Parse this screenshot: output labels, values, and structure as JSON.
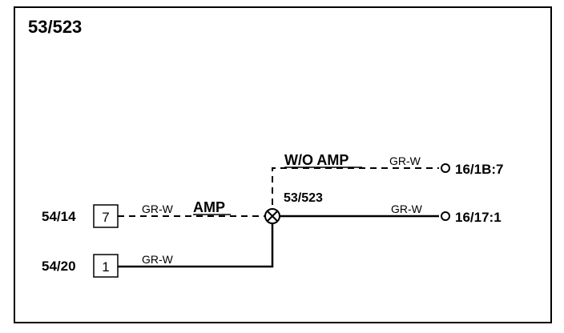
{
  "diagram": {
    "title": "53/523",
    "splice_label": "53/523",
    "variants": {
      "without_amp": "W/O AMP",
      "with_amp": "AMP"
    },
    "connectors": [
      {
        "id": "54/14",
        "pin": "7"
      },
      {
        "id": "54/20",
        "pin": "1"
      }
    ],
    "destinations": [
      {
        "id": "16/1B:7"
      },
      {
        "id": "16/17:1"
      }
    ],
    "wires": [
      {
        "from": "54/14 pin 7",
        "to": "53/523",
        "color": "GR-W",
        "style": "dashed",
        "variant": "AMP"
      },
      {
        "from": "54/20 pin 1",
        "to": "53/523",
        "color": "GR-W",
        "style": "solid"
      },
      {
        "from": "53/523",
        "to": "16/1B:7",
        "color": "GR-W",
        "style": "dashed",
        "variant": "W/O AMP"
      },
      {
        "from": "53/523",
        "to": "16/17:1",
        "color": "GR-W",
        "style": "solid"
      }
    ]
  }
}
